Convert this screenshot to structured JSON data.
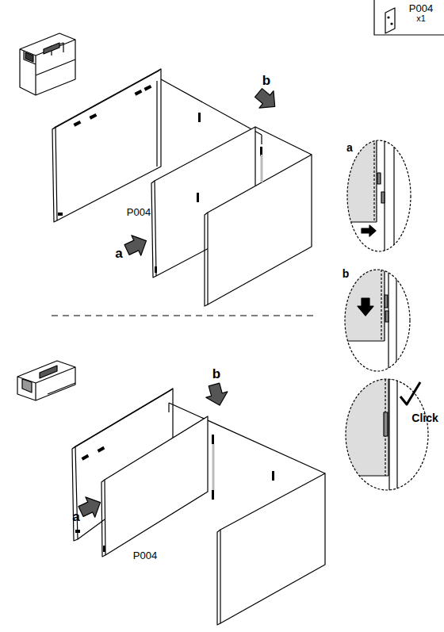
{
  "diagram": {
    "nodes": [
      {
        "text": [
          "P004",
          "x1"
        ]
      }
    ],
    "labels": [
      "b",
      "a",
      "P004",
      "a",
      "b",
      "Click",
      "b",
      "a",
      "P004"
    ]
  }
}
